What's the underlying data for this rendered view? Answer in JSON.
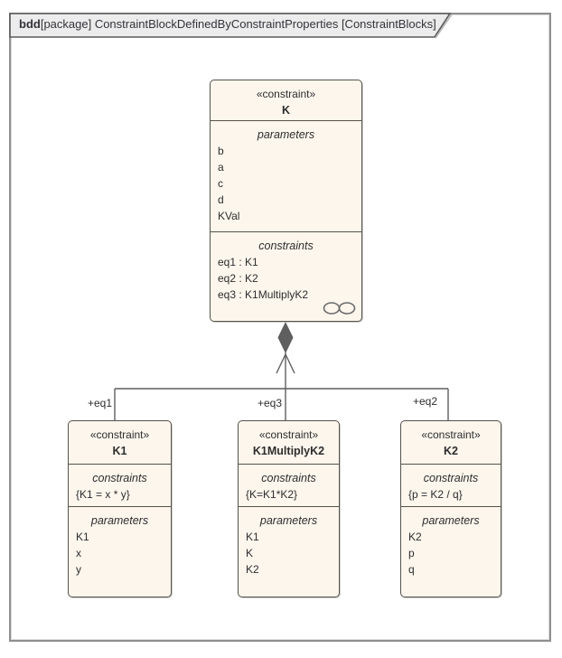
{
  "tab": {
    "keyword": "bdd",
    "title": "[package] ConstraintBlockDefinedByConstraintProperties [ConstraintBlocks]"
  },
  "k_block": {
    "stereotype": "«constraint»",
    "name": "K",
    "parameters_label": "parameters",
    "parameters": [
      "b",
      "a",
      "c",
      "d",
      "KVal"
    ],
    "constraints_label": "constraints",
    "constraints": [
      "eq1 : K1",
      "eq2 : K2",
      "eq3 : K1MultiplyK2"
    ],
    "composite_icon": "linked-ovals-composite-diagram-indicator"
  },
  "children": [
    {
      "role": "+eq1",
      "stereotype": "«constraint»",
      "name": "K1",
      "constraints_label": "constraints",
      "constraint_expr": "{K1 = x * y}",
      "parameters_label": "parameters",
      "parameters": [
        "K1",
        "x",
        "y"
      ]
    },
    {
      "role": "+eq3",
      "stereotype": "«constraint»",
      "name": "K1MultiplyK2",
      "constraints_label": "constraints",
      "constraint_expr": "{K=K1*K2}",
      "parameters_label": "parameters",
      "parameters": [
        "K1",
        "K",
        "K2"
      ]
    },
    {
      "role": "+eq2",
      "stereotype": "«constraint»",
      "name": "K2",
      "constraints_label": "constraints",
      "constraint_expr": "{p = K2 / q}",
      "parameters_label": "parameters",
      "parameters": [
        "K2",
        "p",
        "q"
      ]
    }
  ],
  "colors": {
    "block_fill": "#fcf6ed",
    "block_border": "#55534b",
    "line": "#5f5f5f",
    "text": "#2d2d2d",
    "tab_fill": "#ececec",
    "frame_border": "#8f8f8f"
  }
}
